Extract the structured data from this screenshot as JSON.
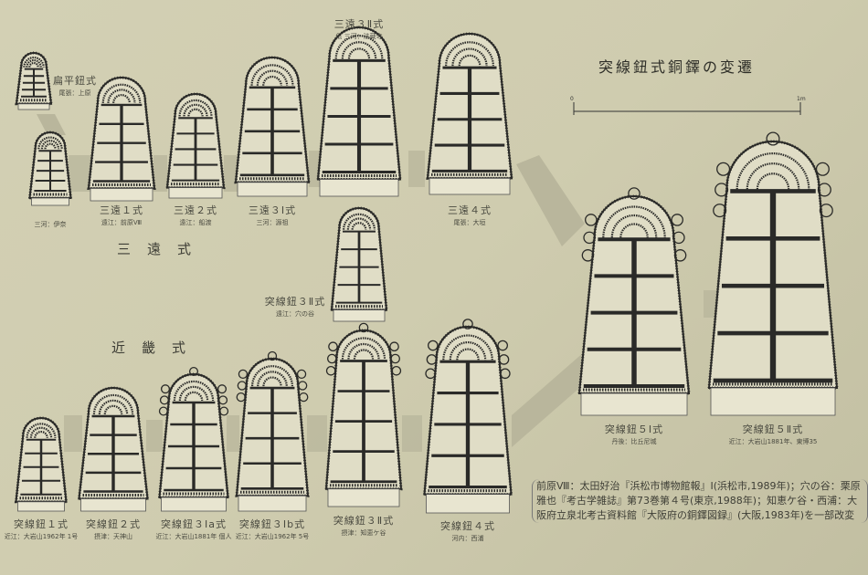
{
  "title": "突線鈕式銅鐸の変遷",
  "scale": {
    "start": "0",
    "end": "1m"
  },
  "groups": {
    "sanen": "三遠式",
    "kinki": "近畿式"
  },
  "bells": [
    {
      "name": "扁平鈕式",
      "site": "尾張：上原"
    },
    {
      "name": "",
      "site": "三河：伊奈"
    },
    {
      "name": "三遠１式",
      "site": "遠江：前原Ⅷ"
    },
    {
      "name": "三遠２式",
      "site": "遠江：船渡"
    },
    {
      "name": "三遠３Ⅰ式",
      "site": "三河：源祖"
    },
    {
      "name": "三遠３Ⅱ式",
      "site": "伝 三河：法蔵寺"
    },
    {
      "name": "三遠４式",
      "site": "尾張：大垣"
    },
    {
      "name": "突線鈕３Ⅱ式",
      "site": "遠江：穴の谷"
    },
    {
      "name": "突線鈕１式",
      "site": "近江：大岩山1962年 1号"
    },
    {
      "name": "突線鈕２式",
      "site": "摂津：天神山"
    },
    {
      "name": "突線鈕３Ⅰa式",
      "site": "近江：大岩山1881年 個人"
    },
    {
      "name": "突線鈕３Ⅰb式",
      "site": "近江：大岩山1962年 5号"
    },
    {
      "name": "突線鈕３Ⅱ式",
      "site": "摂津：知恵ケ谷"
    },
    {
      "name": "突線鈕４式",
      "site": "河内：西浦"
    },
    {
      "name": "突線鈕５Ⅰ式",
      "site": "丹後：比丘尼城"
    },
    {
      "name": "突線鈕５Ⅱ式",
      "site": "近江：大岩山1881年、東博35"
    }
  ],
  "note": "前原Ⅷ：太田好治『浜松市博物館報』Ⅰ(浜松市,1989年)；穴の谷：栗原雅也『考古学雑誌』第73巻第４号(東京,1988年)；知恵ケ谷・西浦：大阪府立泉北考古資料館『大阪府の銅鐸図録』(大阪,1983年)を一部改変"
}
